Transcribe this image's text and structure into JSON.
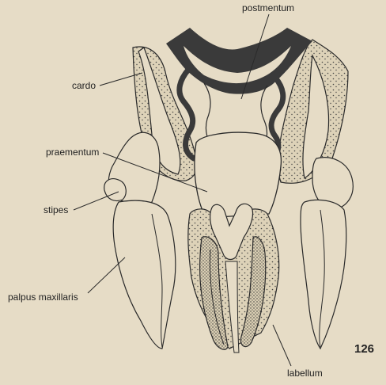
{
  "labels": {
    "postmentum": "postmentum",
    "cardo": "cardo",
    "praementum": "praementum",
    "stipes": "stipes",
    "palpus_maxillaris": "palpus maxillaris",
    "labellum": "labellum"
  },
  "figure_number": "126",
  "colors": {
    "paper": "#e6dcc6",
    "ink": "#2a2a2a",
    "sclerite": "#3a3a3a",
    "stipple_fill": "#ddd2b8"
  }
}
